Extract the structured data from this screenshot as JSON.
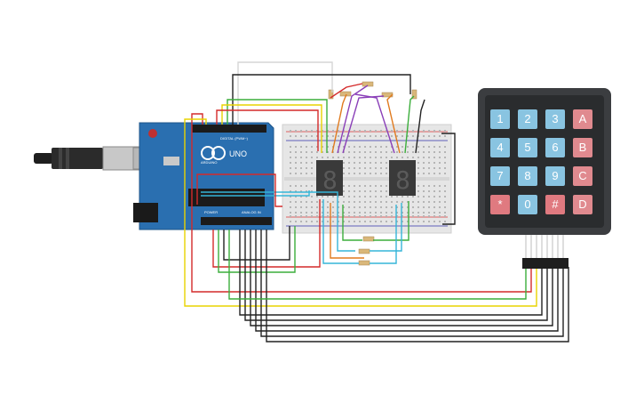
{
  "board": {
    "name": "UNO",
    "brand": "ARDUINO",
    "digital_header_label": "DIGITAL (PWM~)",
    "analog_header_label": "ANALOG IN",
    "power_label": "POWER"
  },
  "keypad": {
    "keys": [
      {
        "label": "1",
        "kind": "digit"
      },
      {
        "label": "2",
        "kind": "digit"
      },
      {
        "label": "3",
        "kind": "digit"
      },
      {
        "label": "A",
        "kind": "letter"
      },
      {
        "label": "4",
        "kind": "digit"
      },
      {
        "label": "5",
        "kind": "digit"
      },
      {
        "label": "6",
        "kind": "digit"
      },
      {
        "label": "B",
        "kind": "letter"
      },
      {
        "label": "7",
        "kind": "digit"
      },
      {
        "label": "8",
        "kind": "digit"
      },
      {
        "label": "9",
        "kind": "digit"
      },
      {
        "label": "C",
        "kind": "letter"
      },
      {
        "label": "*",
        "kind": "symbol"
      },
      {
        "label": "0",
        "kind": "digit"
      },
      {
        "label": "#",
        "kind": "symbol"
      },
      {
        "label": "D",
        "kind": "letter"
      }
    ]
  },
  "displays": [
    {
      "glyph": "8"
    },
    {
      "glyph": "8"
    }
  ],
  "colors": {
    "digit_key": "#89c4e1",
    "letter_key": "#e08a8f",
    "symbol_key": "#e07a80",
    "board": "#2a6fb0",
    "breadboard": "#e6e6e6",
    "wire_red": "#d42a2a",
    "wire_yellow": "#e8d300",
    "wire_green": "#3cae3c",
    "wire_black": "#222222",
    "wire_blue": "#35b5d8",
    "wire_purple": "#8a3fb8",
    "wire_orange": "#e07a1e"
  }
}
